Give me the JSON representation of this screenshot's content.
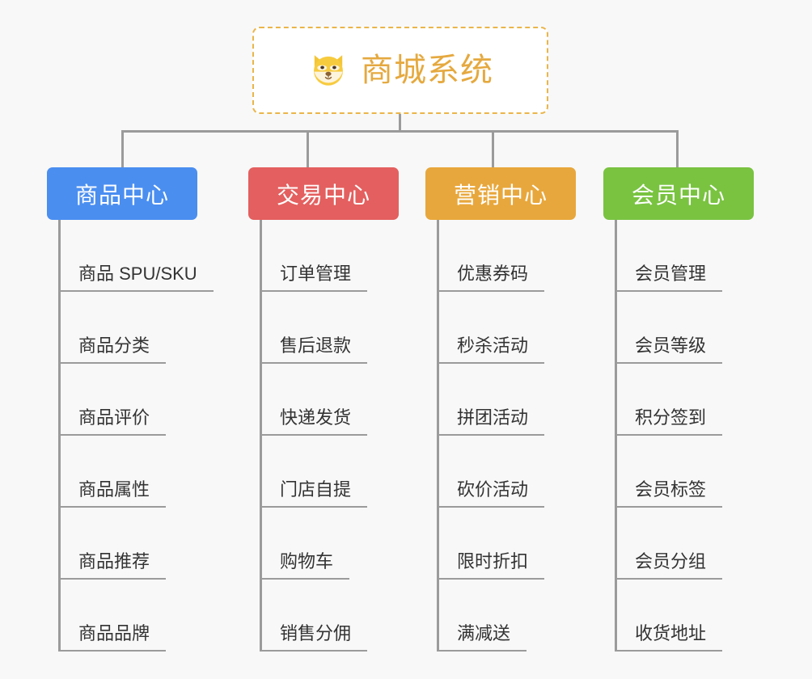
{
  "page": {
    "background_color": "#f8f8f8",
    "connector_color": "#9b9b9b",
    "leaf_text_color": "#333333"
  },
  "root": {
    "title": "商城系统",
    "icon": "shiba-dog-face-emoji",
    "text_color": "#e5a93f",
    "border_color": "#eab54a",
    "background_color": "#ffffff"
  },
  "columns": [
    {
      "title": "商品中心",
      "color": "#4a8ef0",
      "items": [
        "商品 SPU/SKU",
        "商品分类",
        "商品评价",
        "商品属性",
        "商品推荐",
        "商品品牌"
      ]
    },
    {
      "title": "交易中心",
      "color": "#e45f5f",
      "items": [
        "订单管理",
        "售后退款",
        "快递发货",
        "门店自提",
        "购物车",
        "销售分佣"
      ]
    },
    {
      "title": "营销中心",
      "color": "#e8a73c",
      "items": [
        "优惠券码",
        "秒杀活动",
        "拼团活动",
        "砍价活动",
        "限时折扣",
        "满减送"
      ]
    },
    {
      "title": "会员中心",
      "color": "#79c341",
      "items": [
        "会员管理",
        "会员等级",
        "积分签到",
        "会员标签",
        "会员分组",
        "收货地址"
      ]
    }
  ]
}
